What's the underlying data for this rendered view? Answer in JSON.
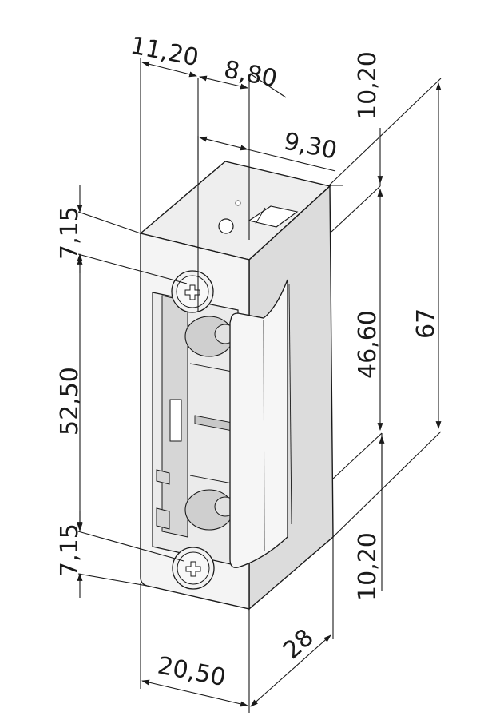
{
  "dimensions": {
    "depth_top_front": "11,20",
    "depth_top_mid": "8,80",
    "depth_top_rear": "9,30",
    "front_top_offset": "7,15",
    "front_screw_spacing": "52,50",
    "front_bottom_offset": "7,15",
    "width_front": "20,50",
    "width_side": "28",
    "side_top": "10,20",
    "side_middle": "46,60",
    "side_bottom": "10,20",
    "total_height": "67"
  },
  "colors": {
    "line": "#1a1a1a",
    "top_face": "#eeeeee",
    "front_face": "#f4f4f4",
    "side_face": "#dcdcdc",
    "mechanism": "#d6d6d6",
    "screw": "#f2f2f2"
  }
}
